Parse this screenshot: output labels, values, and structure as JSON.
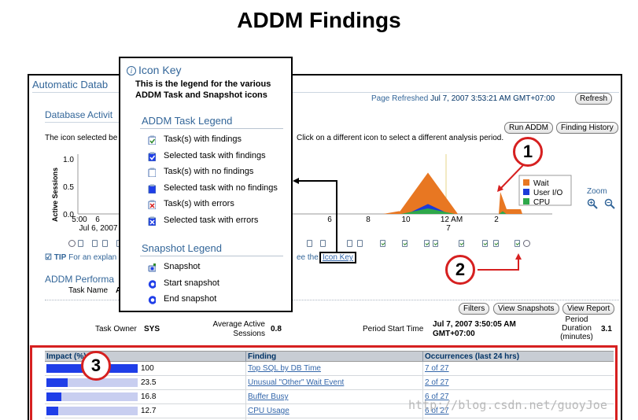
{
  "page_title": "ADDM Findings",
  "app": {
    "title": "Automatic Datab",
    "refreshed_label": "Page Refreshed",
    "refreshed_value": "Jul 7, 2007 3:53:21 AM GMT+07:00",
    "refresh_button": "Refresh"
  },
  "activity": {
    "section_title": "Database Activit",
    "instruction_start": "The icon selected be",
    "instruction_end": "Click on a different icon to select a different analysis period.",
    "run_addm_button": "Run ADDM",
    "finding_history_button": "Finding History",
    "tip_label": "TIP",
    "tip_text": "For an explan",
    "tip_text_end": "ee the",
    "icon_key_link": "Icon Key",
    "zoom_label": "Zoom",
    "zoom_in_icon": "zoom-in-icon",
    "zoom_out_icon": "zoom-out-icon"
  },
  "chart_data": {
    "type": "area",
    "ylabel": "Active Sessions",
    "yticks": [
      "1.0",
      "0.5",
      "0.0"
    ],
    "ylim": [
      0,
      1.0
    ],
    "x_tick_labels": [
      "5:00",
      "6",
      "6",
      "8",
      "10",
      "12 AM",
      "2"
    ],
    "x_sub_labels": [
      "Jul 6, 2007",
      "7"
    ],
    "legend": [
      {
        "name": "Wait",
        "color": "#e87722"
      },
      {
        "name": "User I/O",
        "color": "#1c3bd8"
      },
      {
        "name": "CPU",
        "color": "#2ea84a"
      }
    ],
    "series": [
      {
        "name": "Wait",
        "x_hours_label_positions": [
          "10",
          "12 AM",
          "2"
        ],
        "peaks": [
          0.05,
          0.75,
          0.4
        ]
      },
      {
        "name": "User I/O",
        "peaks": [
          0.0,
          0.18,
          0.0
        ]
      },
      {
        "name": "CPU",
        "peaks": [
          0.0,
          0.1,
          0.05
        ]
      }
    ]
  },
  "addm": {
    "section_title": "ADDM Performa",
    "task_name_label": "Task Name",
    "task_name_value": "A",
    "filters_button": "Filters",
    "view_snapshots_button": "View Snapshots",
    "view_report_button": "View Report",
    "task_owner_label": "Task Owner",
    "task_owner_value": "SYS",
    "avg_sessions_label_1": "Average Active",
    "avg_sessions_label_2": "Sessions",
    "avg_sessions_value": "0.8",
    "period_start_label": "Period Start Time",
    "period_start_value_1": "Jul 7, 2007 3:50:05 AM",
    "period_start_value_2": "GMT+07:00",
    "period_duration_label_1": "Period",
    "period_duration_label_2": "Duration",
    "period_duration_label_3": "(minutes)",
    "period_duration_value": "3.1"
  },
  "findings": {
    "columns": [
      "Impact (%)",
      "Finding",
      "Occurrences (last 24 hrs)"
    ],
    "rows": [
      {
        "impact": 100,
        "impact_label": "100",
        "finding": "Top SQL by DB Time",
        "occurrences": "7 of 27"
      },
      {
        "impact": 23.5,
        "impact_label": "23.5",
        "finding": "Unusual \"Other\" Wait Event",
        "occurrences": "2 of 27"
      },
      {
        "impact": 16.8,
        "impact_label": "16.8",
        "finding": "Buffer Busy",
        "occurrences": "6 of 27"
      },
      {
        "impact": 12.7,
        "impact_label": "12.7",
        "finding": "CPU Usage",
        "occurrences": "6 of 27"
      }
    ]
  },
  "icon_key": {
    "title": "Icon Key",
    "description": "This is the legend for the various ADDM Task and Snapshot icons",
    "task_legend_title": "ADDM Task Legend",
    "task_items": [
      {
        "label": "Task(s) with findings",
        "icon": "task-findings-icon"
      },
      {
        "label": "Selected task with findings",
        "icon": "selected-task-findings-icon"
      },
      {
        "label": "Task(s) with no findings",
        "icon": "task-no-findings-icon"
      },
      {
        "label": "Selected task with no findings",
        "icon": "selected-task-no-findings-icon"
      },
      {
        "label": "Task(s) with errors",
        "icon": "task-errors-icon"
      },
      {
        "label": "Selected task with errors",
        "icon": "selected-task-errors-icon"
      }
    ],
    "snapshot_legend_title": "Snapshot Legend",
    "snapshot_items": [
      {
        "label": "Snapshot",
        "icon": "snapshot-icon"
      },
      {
        "label": "Start snapshot",
        "icon": "start-snapshot-icon"
      },
      {
        "label": "End snapshot",
        "icon": "end-snapshot-icon"
      }
    ]
  },
  "callouts": [
    "1",
    "2",
    "3"
  ],
  "watermark": "http://blog.csdn.net/guoyJoe",
  "colors": {
    "accent": "#336699",
    "callout": "#d62020",
    "impact_bar": "#1f3ee8"
  }
}
